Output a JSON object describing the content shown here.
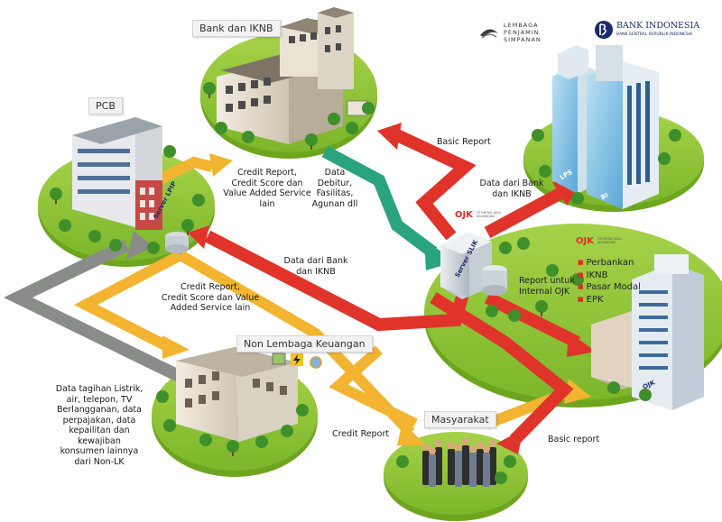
{
  "nodes": {
    "bank_iknb": "Bank dan IKNB",
    "pcb": "PCB",
    "non_lk": "Non Lembaga Keuangan",
    "masyarakat": "Masyarakat",
    "server_lpip": "Server LPIP",
    "server_slik": "Server SLIK",
    "lps": "LPS",
    "bi": "BI",
    "ojk_building": "OJK"
  },
  "logos": {
    "lps_line1": "LEMBAGA",
    "lps_line2": "PENJAMIN",
    "lps_line3": "SIMPANAN",
    "bi_name": "BANK INDONESIA",
    "bi_sub": "BANK SENTRAL REPUBLIK INDONESIA",
    "ojk_mark": "OJK",
    "ojk_sub": "OTORITAS JASA KEUANGAN"
  },
  "flows": {
    "basic_report_top": "Basic Report",
    "pcb_to_bank": [
      "Credit Report,",
      "Credit Score dan",
      "Value Added Service",
      "lain"
    ],
    "bank_data": [
      "Data",
      "Debitur,",
      "Fasilitas,",
      "Agunan dll"
    ],
    "to_bi_lps": [
      "Data dari Bank",
      "dan IKNB"
    ],
    "slik_to_lpip": [
      "Data dari Bank",
      "dan IKNB"
    ],
    "lpip_to_public": [
      "Credit Report,",
      "Credit Score dan Value",
      "Added Service lain"
    ],
    "report_ojk": [
      "Report untuk",
      "Internal OJK"
    ],
    "non_lk_data": [
      "Data tagihan Listrik,",
      "air, telepon, TV",
      "Berlangganan, data",
      "perpajakan, data",
      "kepailitan dan",
      "kewajiban",
      "konsumen lainnya",
      "dari Non-LK"
    ],
    "credit_report_bottom": "Credit Report",
    "basic_report_bottom": "Basic report"
  },
  "ojk_divisions": [
    "Perbankan",
    "IKNB",
    "Pasar Modal",
    "EPK"
  ],
  "colors": {
    "grass": "#93c73b",
    "grass_dark": "#6ea51f",
    "red_arrow": "#e0332a",
    "yellow_arrow": "#f2b431",
    "gray_arrow": "#8a8c8a",
    "teal_arrow": "#2aa47e",
    "ojk_red": "#e22b24",
    "bi_blue": "#1b2a6b"
  }
}
